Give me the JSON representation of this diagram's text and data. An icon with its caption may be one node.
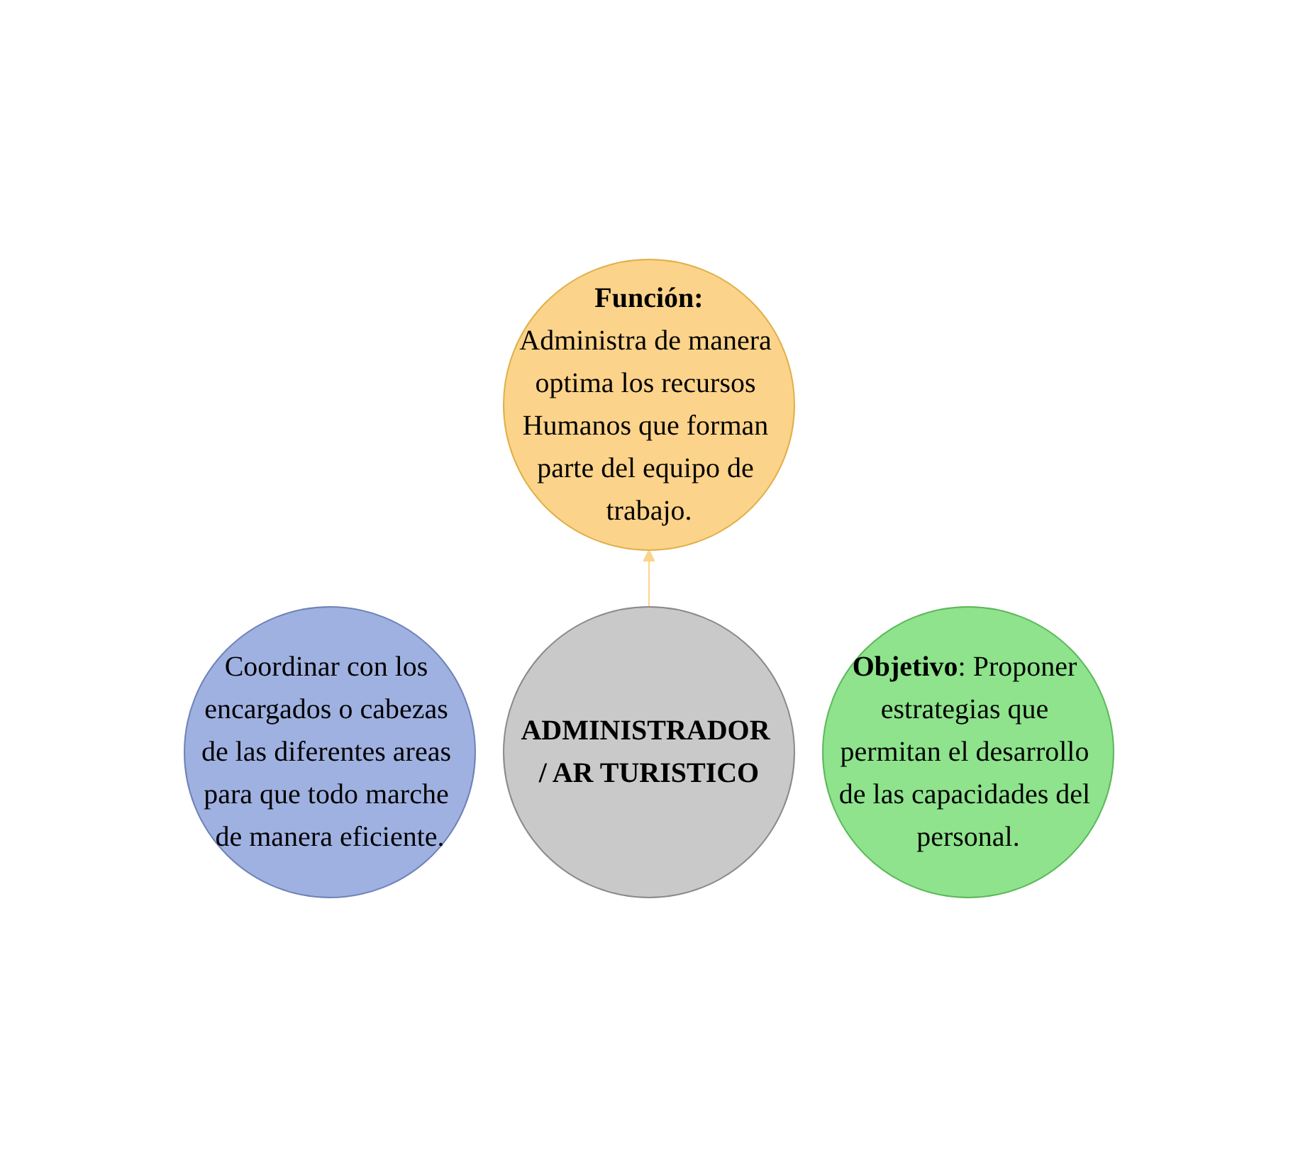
{
  "diagram": {
    "nodes": [
      {
        "text": [
          "Función:",
          "Administra de manera optima los recursos Humanos que forman parte del equipo de trabajo."
        ]
      },
      {
        "text": [
          "ADMINISTRADOR / AR TURISTICO"
        ]
      },
      {
        "text": [
          "Coordinar con los encargados o cabezas de las diferentes areas para que todo marche de manera eficiente."
        ]
      },
      {
        "text": [
          "**Objetivo**: Proponer estrategias que permitan el desarrollo de las capacidades del personal."
        ]
      }
    ],
    "edges": [
      {
        "from": 1,
        "to": 0,
        "arrow": "to",
        "color": "#fcd38a"
      }
    ]
  }
}
